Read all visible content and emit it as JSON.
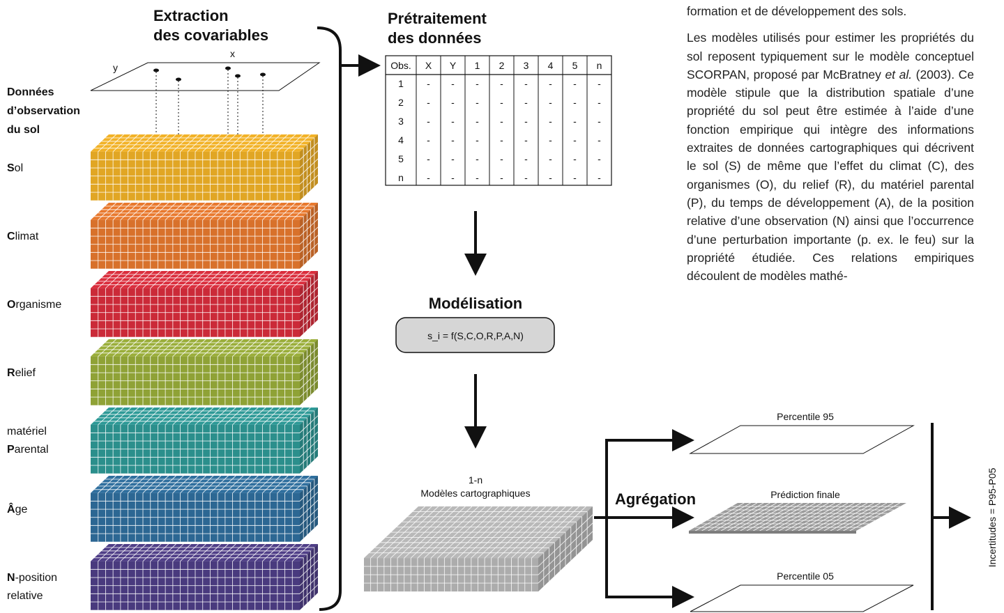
{
  "text": {
    "para1_tail": "formation et de développement des sols.",
    "para2": {
      "part1": "Les modèles utilisés pour estimer les propriétés du sol reposent typiquement sur le modèle conceptuel SCORPAN, proposé par McBratney ",
      "italic": "et al.",
      "part2": " (2003). Ce modèle stipule que la distribution spatiale d’une propriété du sol peut être estimée à l’aide d’une fonction empirique qui intègre des informations extraites de données cartographiques qui décrivent le sol (S) de même que l’effet du climat (C), des organismes (O), du relief (R), du matériel parental (P), du temps de développement (A), de la position relative d’une observation (N) ainsi que l’occurrence d’une perturbation importante (p. ex. le feu) sur la propriété étudiée. Ces relations empiriques découlent de modèles mathé-"
    }
  },
  "diagram": {
    "extraction_title": [
      "Extraction",
      "des covariables"
    ],
    "axis_x": "x",
    "axis_y": "y",
    "obs_label": [
      "Données",
      "d’observation",
      "du sol"
    ],
    "layers": [
      {
        "bold": "S",
        "rest": "ol",
        "color": "#F2B227"
      },
      {
        "bold": "C",
        "rest": "limat",
        "color": "#E8792E"
      },
      {
        "bold": "O",
        "rest": "rganisme",
        "color": "#DA2D3C"
      },
      {
        "bold": "R",
        "rest": "elief",
        "color": "#9AAE3A"
      },
      {
        "pre": "matériel",
        "bold": "P",
        "rest": "arental",
        "color": "#2E9A97"
      },
      {
        "bold": "Â",
        "rest": "ge",
        "color": "#2F6F9E"
      },
      {
        "bold": "N",
        "rest": "-position",
        "post": "relative",
        "color": "#4F3E87"
      }
    ],
    "preprocess_title": [
      "Prétraitement",
      "des données"
    ],
    "table": {
      "headers": [
        "Obs.",
        "X",
        "Y",
        "1",
        "2",
        "3",
        "4",
        "5",
        "n"
      ],
      "rows": [
        [
          "1",
          "-",
          "-",
          "-",
          "-",
          "-",
          "-",
          "-",
          "-"
        ],
        [
          "2",
          "-",
          "-",
          "-",
          "-",
          "-",
          "-",
          "-",
          "-"
        ],
        [
          "3",
          "-",
          "-",
          "-",
          "-",
          "-",
          "-",
          "-",
          "-"
        ],
        [
          "4",
          "-",
          "-",
          "-",
          "-",
          "-",
          "-",
          "-",
          "-"
        ],
        [
          "5",
          "-",
          "-",
          "-",
          "-",
          "-",
          "-",
          "-",
          "-"
        ],
        [
          "n",
          "-",
          "-",
          "-",
          "-",
          "-",
          "-",
          "-",
          "-"
        ]
      ]
    },
    "modeling_title": "Modélisation",
    "formula": "s_i = f(S,C,O,R,P,A,N)",
    "models_label": [
      "1-n",
      "Modèles cartographiques"
    ],
    "aggregation_title": "Agrégation",
    "p95": "Percentile 95",
    "final": "Prédiction finale",
    "p05": "Percentile 05",
    "uncertainty": "Incertitudes = P95-P05"
  }
}
